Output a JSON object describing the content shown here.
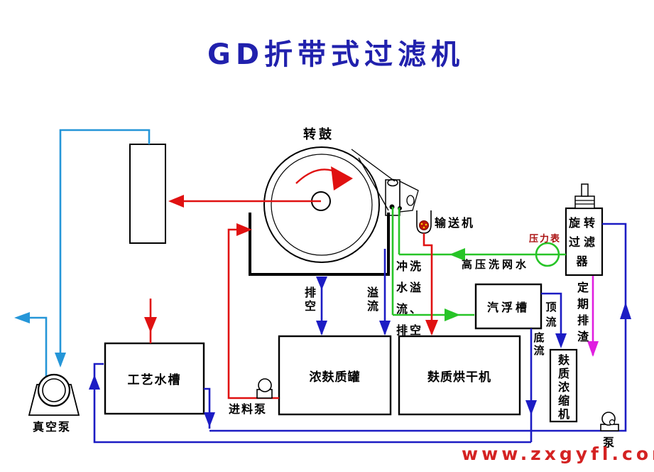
{
  "title": "GD折带式过滤机",
  "watermark": "www.zxgyfl.com",
  "colors": {
    "title_blue": "#2121ad",
    "pipe_blue": "#1c1cc4",
    "pipe_cyan": "#2596d8",
    "pipe_green": "#27c427",
    "pipe_red": "#e01111",
    "pipe_magenta": "#e01fe0",
    "watermark_red": "#d42222",
    "gauge_label_red": "#aa1111"
  },
  "labels": {
    "drum": "转鼓",
    "conveyor": "输送机",
    "pressure_gauge": "压力表",
    "rotary_filter": "旋转过滤器",
    "flotation_tank": "汽浮槽",
    "process_water_tank": "工艺水槽",
    "thick_gluten_tank": "浓麸质罐",
    "gluten_dryer": "麸质烘干机",
    "gluten_concentrator": "麸质浓缩机",
    "vacuum_pump": "真空泵",
    "feed_pump": "进料泵",
    "pump": "泵",
    "drain": "排空",
    "overflow": "溢流",
    "flush_water_overflow_drain": "冲洗水溢流、排空",
    "high_pressure_wash_water": "高压洗网水",
    "periodic_slag_discharge": "定期排渣",
    "top_flow": "顶流",
    "bottom_flow": "底流"
  }
}
